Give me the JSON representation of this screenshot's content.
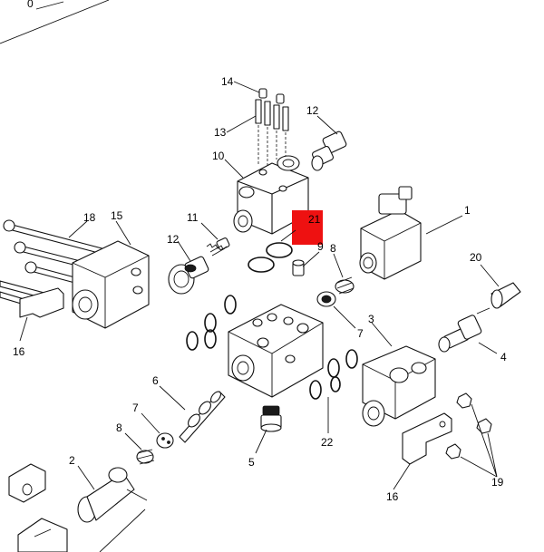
{
  "callouts": {
    "c0": "0",
    "c1": "1",
    "c2": "2",
    "c3": "3",
    "c4": "4",
    "c5": "5",
    "c6": "6",
    "c7a": "7",
    "c7b": "7",
    "c8a": "8",
    "c8b": "8",
    "c9": "9",
    "c10": "10",
    "c11": "11",
    "c12a": "12",
    "c12b": "12",
    "c13": "13",
    "c14": "14",
    "c15": "15",
    "c16a": "16",
    "c16b": "16",
    "c18": "18",
    "c19": "19",
    "c20": "20",
    "c21": "21",
    "c22": "22"
  },
  "colors": {
    "line": "#111111",
    "highlight": "#ee1111",
    "background": "#ffffff"
  }
}
